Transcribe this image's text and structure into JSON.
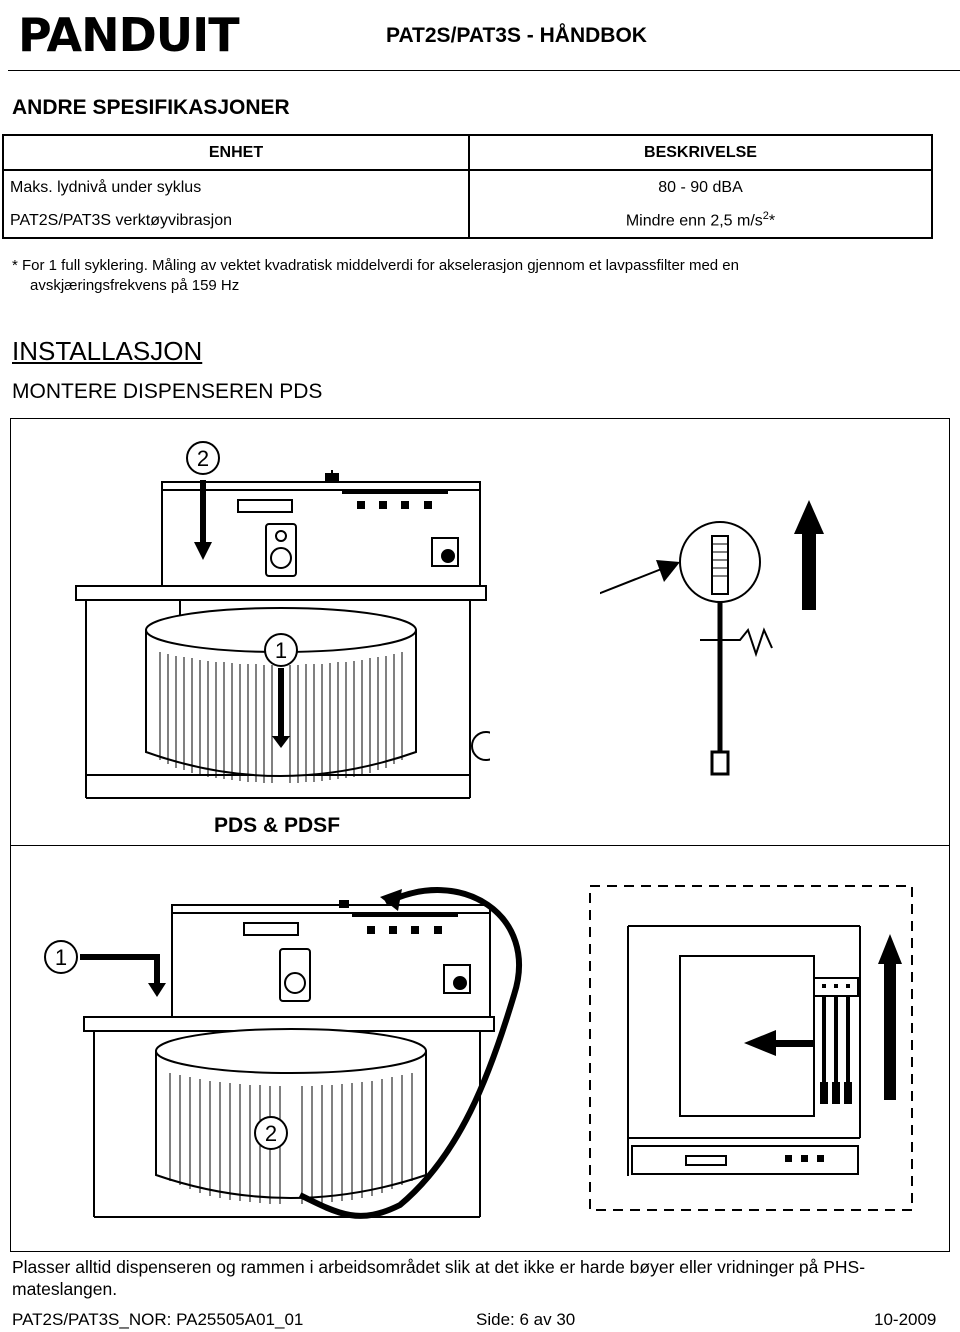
{
  "header": {
    "logo_text": "PANDUIT",
    "doc_title": "PAT2S/PAT3S - HÅNDBOK"
  },
  "specs": {
    "title": "ANDRE SPESIFIKASJONER",
    "columns": [
      "ENHET",
      "BESKRIVELSE"
    ],
    "rows": [
      {
        "unit": "Maks. lydnivå under syklus",
        "desc": "80 - 90 dBA"
      },
      {
        "unit": "PAT2S/PAT3S verktøyvibrasjon",
        "desc_prefix": "Mindre enn 2,5 m/s",
        "desc_sup": "2",
        "desc_suffix": "*"
      }
    ],
    "footnote_line1": "* For 1 full syklering. Måling av vektet kvadratisk middelverdi for akselerasjon gjennom et lavpassfilter med en",
    "footnote_line2": "avskjæringsfrekvens på 159 Hz"
  },
  "installation": {
    "heading": "INSTALLASJON",
    "subheading": "MONTERE DISPENSEREN PDS",
    "figure_caption": "PDS & PDSF",
    "callouts": [
      "2",
      "1",
      "1",
      "2"
    ],
    "instruction": "Plasser alltid dispenseren og rammen i arbeidsområdet slik at det ikke er harde bøyer eller vridninger på PHS-mateslangen."
  },
  "footer": {
    "doc_number": "PAT2S/PAT3S_NOR: PA25505A01_01",
    "page": "Side: 6 av 30",
    "date": "10-2009"
  }
}
